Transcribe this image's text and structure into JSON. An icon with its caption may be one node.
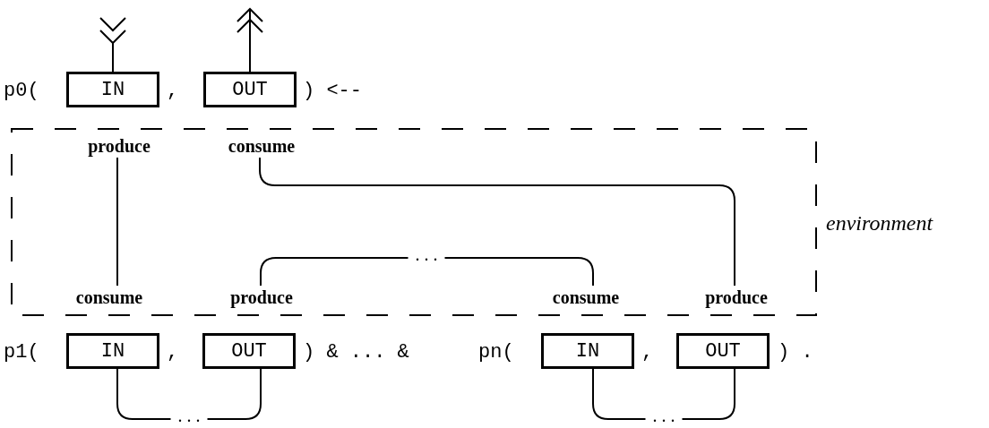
{
  "diagram": {
    "nodes": [
      {
        "text": [
          "IN"
        ]
      },
      {
        "text": [
          "OUT"
        ]
      },
      {
        "text": [],
        "shape": "box",
        "beside": [
          "environment"
        ]
      },
      {
        "text": [
          "produce"
        ],
        "in": 2
      },
      {
        "text": [
          "consume"
        ],
        "in": 2
      },
      {
        "text": [
          "consume"
        ],
        "in": 2
      },
      {
        "text": [
          "produce"
        ],
        "in": 2
      },
      {
        "text": [
          "consume"
        ],
        "in": 2
      },
      {
        "text": [
          "produce"
        ],
        "in": 2
      },
      {
        "text": [
          "IN"
        ]
      },
      {
        "text": [
          "OUT"
        ]
      },
      {
        "text": [
          "IN"
        ]
      },
      {
        "text": [
          "OUT"
        ]
      }
    ],
    "edges": [
      {
        "from": 0,
        "to": null,
        "arrow": "other"
      },
      {
        "from": 1,
        "to": null,
        "arrow": "to"
      },
      {
        "from": 3,
        "to": 5,
        "arrow": "none"
      },
      {
        "from": 4,
        "to": 8,
        "arrow": "none"
      },
      {
        "from": 6,
        "to": 7,
        "arrow": "none",
        "label": ". . ."
      },
      {
        "from": 9,
        "to": 10,
        "arrow": "none",
        "label": ". . ."
      },
      {
        "from": 11,
        "to": 12,
        "arrow": "none",
        "label": ". . ."
      }
    ],
    "labels": [
      "p0(",
      ",",
      ") <--",
      "p1(",
      ",",
      ") & ... &",
      "pn(",
      ",",
      ") ."
    ]
  }
}
